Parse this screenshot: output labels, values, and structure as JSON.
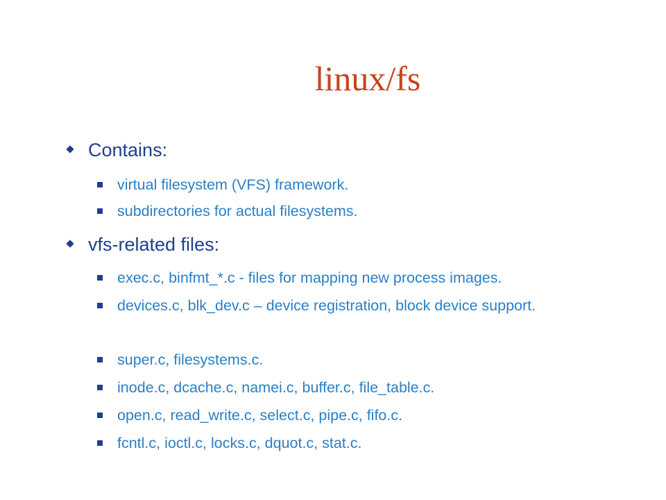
{
  "title": "linux/fs",
  "sections": [
    {
      "heading": "Contains:",
      "items": [
        "virtual filesystem (VFS) framework.",
        "subdirectories for actual filesystems."
      ]
    },
    {
      "heading": "vfs-related files:",
      "items": [
        "exec.c, binfmt_*.c - files for mapping new process images.",
        "devices.c, blk_dev.c – device registration, block device support.",
        "super.c, filesystems.c.",
        "inode.c, dcache.c, namei.c, buffer.c, file_table.c.",
        "open.c, read_write.c, select.c, pipe.c, fifo.c.",
        "fcntl.c, ioctl.c, locks.c, dquot.c, stat.c."
      ]
    }
  ],
  "colors": {
    "title": "#c8431c",
    "heading": "#1f3f8f",
    "item": "#2a7fc4",
    "bullet": "#1f3f8f"
  }
}
